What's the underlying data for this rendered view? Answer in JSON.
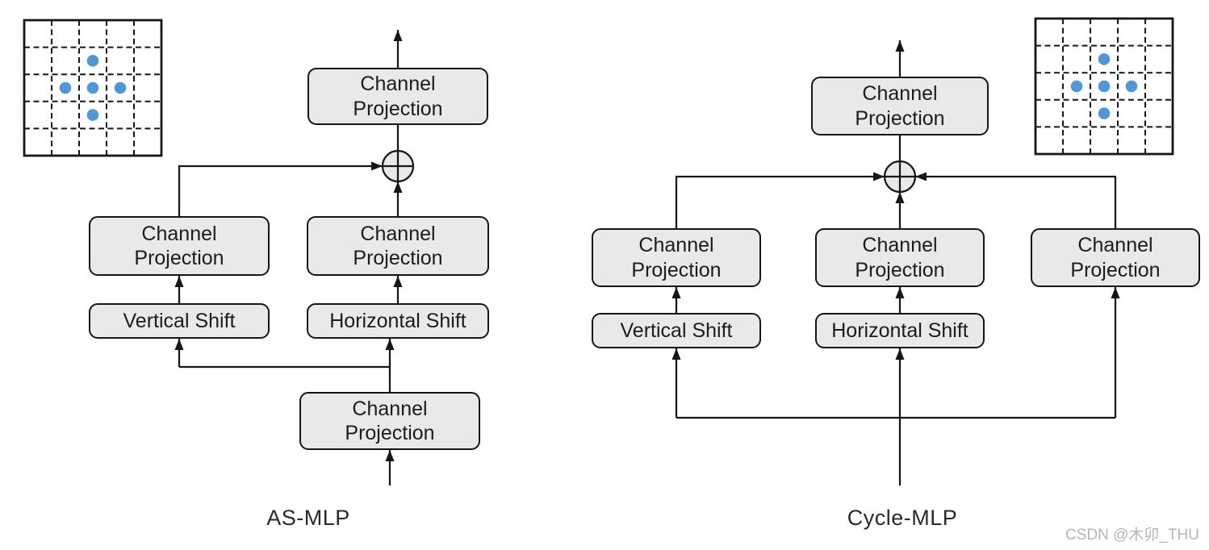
{
  "figure": {
    "description": "Comparison of AS-MLP and Cycle-MLP token-mixing blocks",
    "background": "#ffffff"
  },
  "style_tokens": {
    "box_fill": "#e9e9e9",
    "box_border": "#161616",
    "line_color": "#161616",
    "dot_color": "#4f97d6",
    "watermark_color": "#b5b5b5"
  },
  "grids": {
    "rows": 5,
    "cols": 5,
    "pattern": "plus",
    "left": {
      "active_cells": [
        [
          1,
          2
        ],
        [
          2,
          1
        ],
        [
          2,
          2
        ],
        [
          2,
          3
        ],
        [
          3,
          2
        ]
      ]
    },
    "right": {
      "active_cells": [
        [
          1,
          2
        ],
        [
          2,
          1
        ],
        [
          2,
          2
        ],
        [
          2,
          3
        ],
        [
          3,
          2
        ]
      ]
    }
  },
  "asmlp": {
    "title": "AS-MLP",
    "operator": "⊕",
    "nodes": {
      "output_projection": "Channel Projection",
      "left_projection": "Channel Projection",
      "right_projection": "Channel Projection",
      "vertical_shift": "Vertical Shift",
      "horizontal_shift": "Horizontal Shift",
      "input_projection": "Channel Projection"
    }
  },
  "cyclemlp": {
    "title": "Cycle-MLP",
    "operator": "⊕",
    "nodes": {
      "output_projection": "Channel Projection",
      "left_projection": "Channel Projection",
      "middle_projection": "Channel Projection",
      "right_projection": "Channel Projection",
      "vertical_shift": "Vertical Shift",
      "horizontal_shift": "Horizontal Shift"
    }
  },
  "watermark": {
    "text": "CSDN @木卯_THU"
  }
}
